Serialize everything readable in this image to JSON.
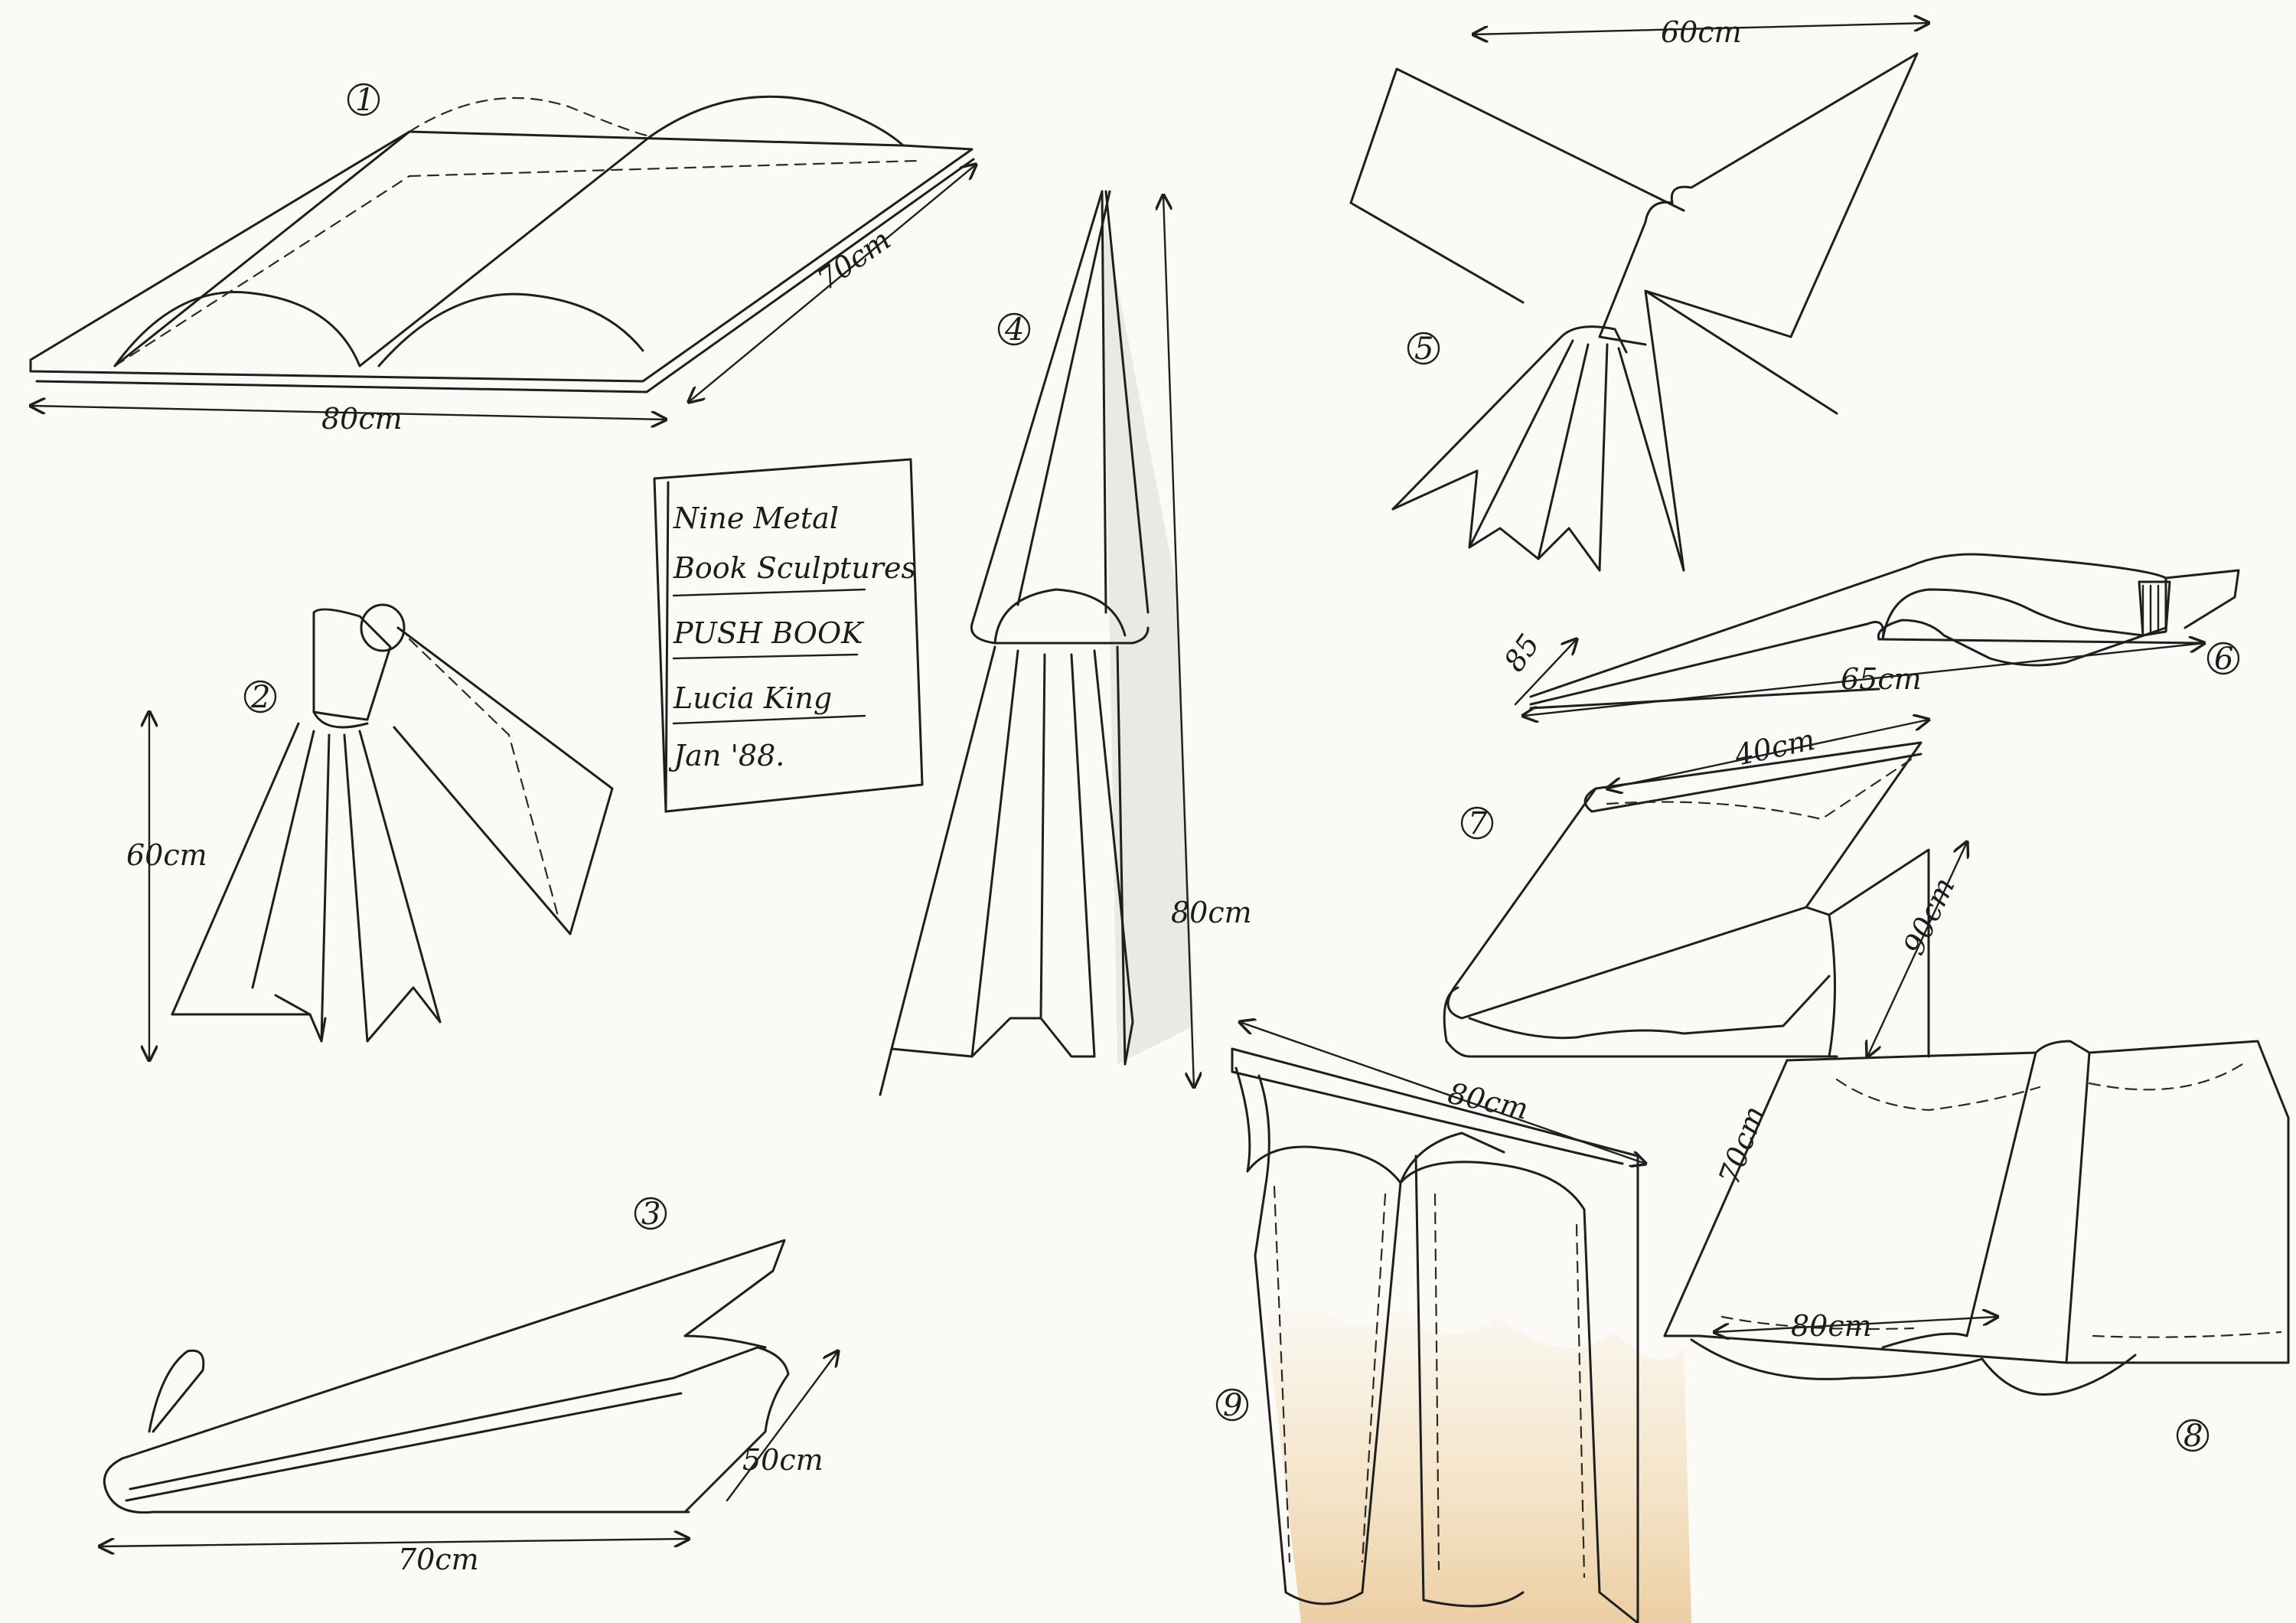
{
  "sketches": [
    {
      "number": "1",
      "dims": [
        "80cm",
        "70cm"
      ]
    },
    {
      "number": "2",
      "dims": [
        "60cm"
      ]
    },
    {
      "number": "3",
      "dims": [
        "70cm",
        "50cm"
      ]
    },
    {
      "number": "4",
      "dims": [
        "80cm"
      ]
    },
    {
      "number": "5",
      "dims": [
        "60cm"
      ]
    },
    {
      "number": "6",
      "dims": [
        "85",
        "65cm"
      ]
    },
    {
      "number": "7",
      "dims": [
        "40cm",
        "90cm"
      ]
    },
    {
      "number": "8",
      "dims": [
        "70cm",
        "80cm"
      ]
    },
    {
      "number": "9",
      "dims": [
        "80cm"
      ]
    }
  ],
  "title_card": {
    "lines": [
      "Nine Metal",
      "Book Sculptures",
      "PUSH BOOK",
      "Lucia King",
      "Jan '88."
    ]
  },
  "colors": {
    "ink": "#1f1f1f",
    "paper": "#fbfaf7",
    "stain": "#f1d9b0"
  }
}
